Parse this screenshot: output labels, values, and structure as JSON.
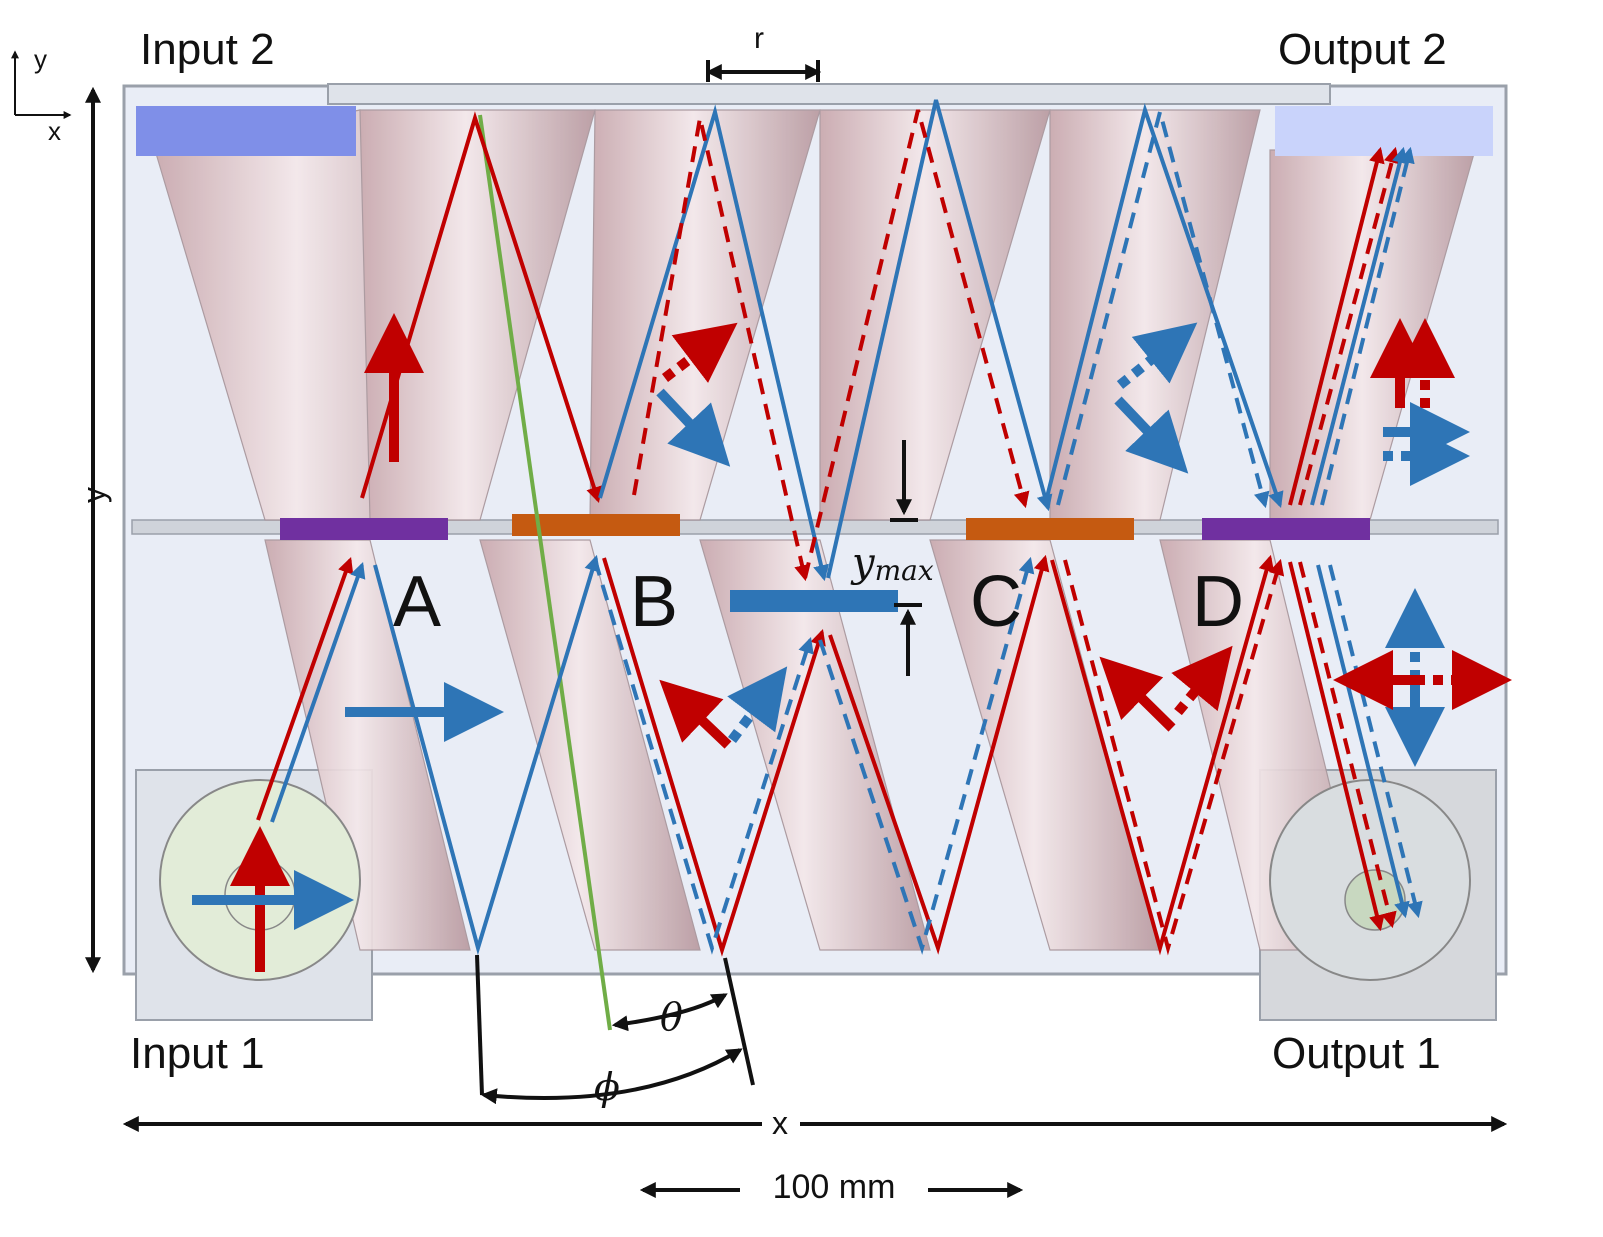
{
  "axes_indicator": {
    "y_label": "y",
    "x_label": "x"
  },
  "ports": {
    "input2": "Input 2",
    "output2": "Output 2",
    "input1": "Input 1",
    "output1": "Output 1"
  },
  "reflectors": {
    "a": "A",
    "b": "B",
    "c": "C",
    "d": "D"
  },
  "dimensions": {
    "r": "r",
    "y": "y",
    "x": "x",
    "ymax_base": "y",
    "ymax_sub": "max",
    "theta": "θ",
    "phi": "ϕ",
    "scale_bar": "100 mm"
  },
  "colors": {
    "red": "#c00000",
    "blue": "#2e75b6",
    "green": "#70ad47",
    "purple": "#7030a0",
    "orange": "#c55a11",
    "bar_blue": "#2e75b6",
    "input_blue": "#7f8fe8",
    "output_blue": "#c9d3fb",
    "housing": "#e9edf6"
  }
}
